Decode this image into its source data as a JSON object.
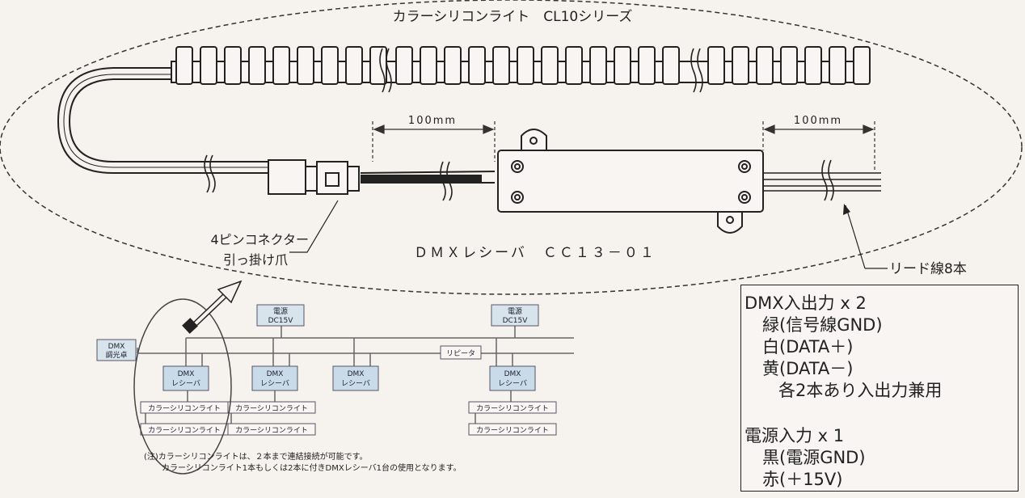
{
  "title": "カラーシリコンライト　CL10シリーズ",
  "receiver_label": "ＤＭＸレシーバ　ＣＣ１３－０１",
  "dim_left": "100mm",
  "dim_right": "100mm",
  "connector_line1": "4ピンコネクター",
  "connector_line2": "引っ掛け爪",
  "lead_label": "リード線8本",
  "wiring": {
    "dmx_console_1": "DMX",
    "dmx_console_2": "調光卓",
    "power_1": "電源",
    "power_2": "DC15V",
    "receiver_1": "DMX",
    "receiver_2": "レシーバ",
    "light": "カラーシリコンライト",
    "repeater": "リピータ",
    "note_1": "(注)カラーシリコンライトは、２本まで連結接続が可能です。",
    "note_2": "カラーシリコンライト1本もしくは2本に付きDMXレシーバ1台の使用となります。"
  },
  "spec": {
    "dmx_io": "DMX入出力 x 2",
    "green": "緑(信号線GND)",
    "white": "白(DATA＋)",
    "yellow": "黄(DATA－)",
    "note": "各2本あり入出力兼用",
    "power_in": "電源入力 x 1",
    "black": "黒(電源GND)",
    "red": "赤(＋15V)"
  }
}
